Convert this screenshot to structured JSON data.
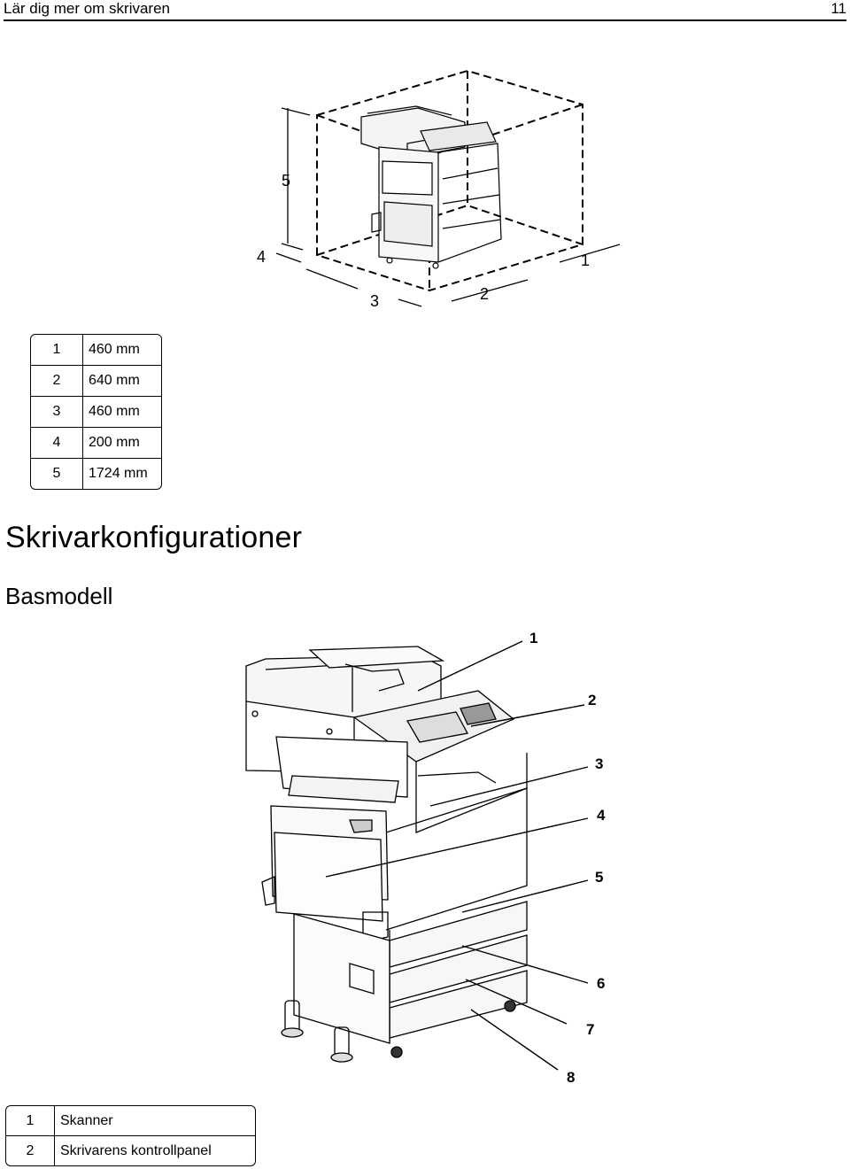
{
  "header": {
    "title": "Lär dig mer om skrivaren",
    "page_number": "11"
  },
  "clearance_figure": {
    "callouts": [
      "1",
      "2",
      "3",
      "4",
      "5"
    ]
  },
  "dimensions_table": {
    "rows": [
      {
        "num": "1",
        "value": "460 mm"
      },
      {
        "num": "2",
        "value": "640  mm"
      },
      {
        "num": "3",
        "value": "460 mm"
      },
      {
        "num": "4",
        "value": "200  mm"
      },
      {
        "num": "5",
        "value": "1724  mm"
      }
    ]
  },
  "section_title": "Skrivarkonfigurationer",
  "subsection_title": "Basmodell",
  "model_figure": {
    "callouts": [
      "1",
      "2",
      "3",
      "4",
      "5",
      "6",
      "7",
      "8"
    ]
  },
  "parts_table": {
    "rows": [
      {
        "num": "1",
        "value": "Skanner"
      },
      {
        "num": "2",
        "value": "Skrivarens kontrollpanel"
      }
    ]
  }
}
